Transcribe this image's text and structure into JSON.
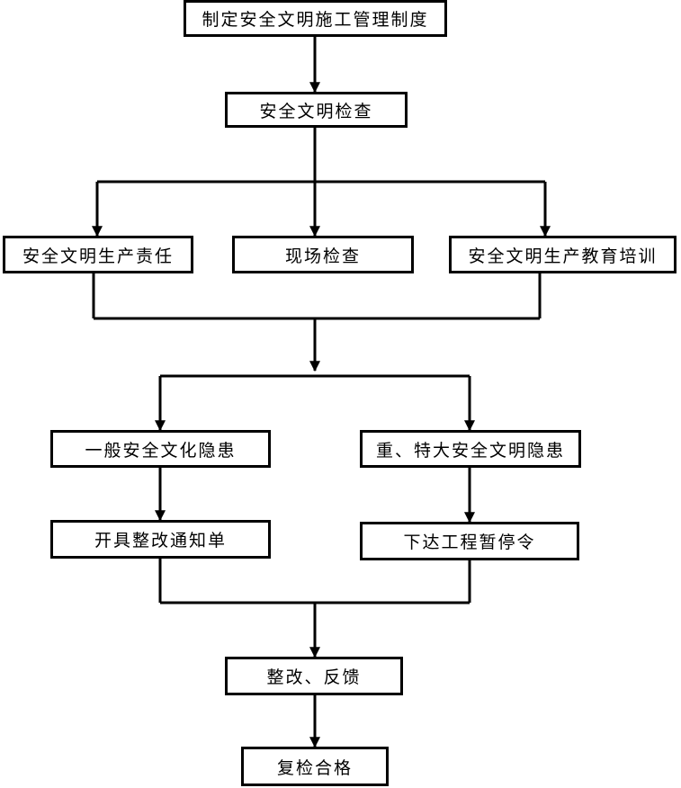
{
  "nodes": {
    "policy": "制定安全文明施工管理制度",
    "inspection": "安全文明检查",
    "responsibility": "安全文明生产责任",
    "site_check": "现场检查",
    "training": "安全文明生产教育培训",
    "general_hazard": "一般安全文化隐患",
    "major_hazard": "重、特大安全文明隐患",
    "rectify_notice": "开具整改通知单",
    "stop_order": "下达工程暂停令",
    "rectify_feedback": "整改、反馈",
    "recheck_pass": "复检合格"
  }
}
